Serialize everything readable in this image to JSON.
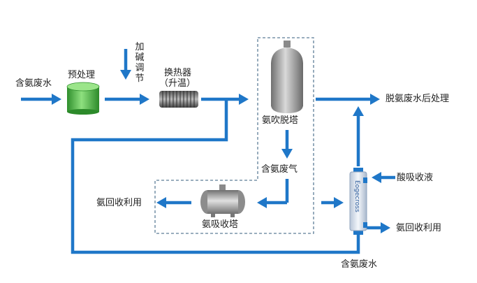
{
  "labels": {
    "ammonia_wastewater_in": "含氨废水",
    "pretreatment": "预处理",
    "alkali_adjust": "加碱调节",
    "heat_exchanger": "换热器",
    "heat_exchanger_note": "（升温）",
    "stripping_tower": "氨吹脱塔",
    "treated_to_post": "脱氨废水后处理",
    "ammonia_waste_gas": "含氨废气",
    "absorption_tower": "氨吸收塔",
    "ammonia_recovery_left": "氨回收利用",
    "acid_absorption_liquid": "酸吸收液",
    "ammonia_recovery_right": "氨回收利用",
    "ammonia_wastewater_bottom": "含氨废水",
    "membrane_text": "Eogecross"
  },
  "colors": {
    "flow_arrow": "#1f77c8",
    "dashed_border": "#5d7e98",
    "pretreatment_tank": "#4db848",
    "equipment_gray": "#9a9a9a"
  }
}
